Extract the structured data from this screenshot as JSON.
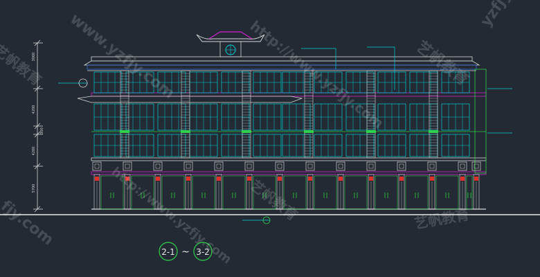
{
  "drawing": {
    "background": "#232a33",
    "colors": {
      "line_white": "#d8d8d8",
      "line_cyan": "#00cfd6",
      "line_green": "#2fd24a",
      "line_red": "#e0302a",
      "line_magenta": "#d020d0",
      "line_blue": "#3a6fd8"
    },
    "dimension_labels": [
      "3000",
      "4200",
      "300",
      "4200",
      "5700"
    ],
    "axis_start": "2-1",
    "axis_end": "3-2",
    "axis_separator": "~",
    "watermarks": [
      "www.yzfjy.com",
      "http://www.yzfjy.com",
      "艺帆教育",
      "yzfjy",
      "艺帆教育",
      "fjy.com",
      "艺帆教育",
      "http://www.yzfjy.com",
      "艺帆教育"
    ]
  }
}
